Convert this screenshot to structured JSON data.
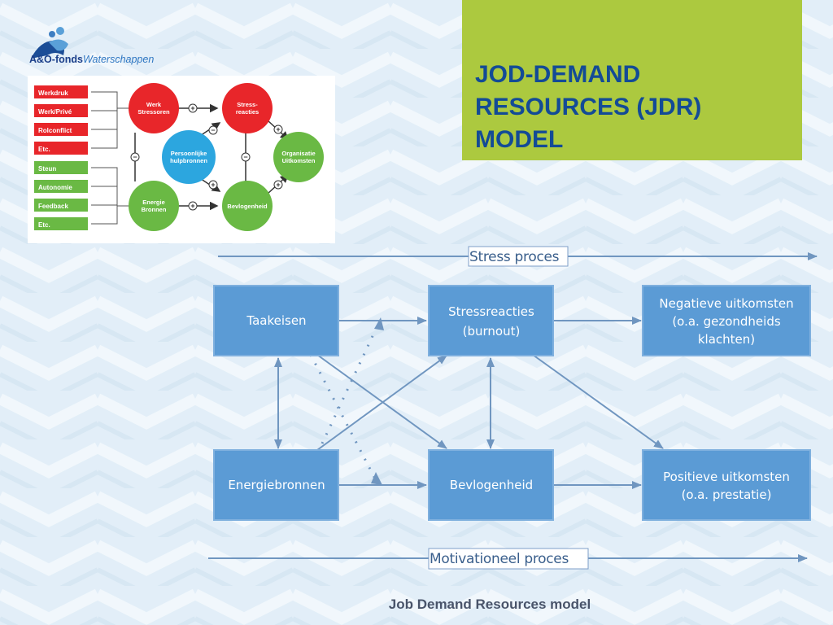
{
  "logo": {
    "brand": "A&O-fonds",
    "sub": "Waterschappen"
  },
  "title": {
    "lines": [
      "JOD-DEMAND",
      "RESOURCES (JDR)",
      "MODEL"
    ]
  },
  "colors": {
    "accent_green": "#acc93f",
    "title_blue": "#134b96",
    "box_blue": "#5b9bd5",
    "arrow_blue": "#7096c0"
  },
  "mini_diagram": {
    "demands": [
      "Werkdruk",
      "Werk/Privé",
      "Rolconflict",
      "Etc."
    ],
    "resources": [
      "Steun",
      "Autonomie",
      "Feedback",
      "Etc."
    ],
    "circles": {
      "werk_stressoren": [
        "Werk",
        "Stressoren"
      ],
      "stress_reacties": [
        "Stress-",
        "reacties"
      ],
      "persoonlijke_hulpbronnen": [
        "Persoonlijke",
        "hulpbronnen"
      ],
      "organisatie_uitkomsten": [
        "Organisatie",
        "Uitkomsten"
      ],
      "energie_bronnen": [
        "Energie",
        "Bronnen"
      ],
      "bevlogenheid": [
        "Bevlogenheid"
      ]
    },
    "signs": {
      "plus": "+",
      "minus": "−"
    }
  },
  "main_diagram": {
    "stress_proces": "Stress proces",
    "motivationeel_proces": "Motivationeel proces",
    "boxes": {
      "taakeisen": [
        "Taakeisen"
      ],
      "stressreacties": [
        "Stressreacties",
        "(burnout)"
      ],
      "negatieve": [
        "Negatieve uitkomsten",
        "(o.a. gezondheids",
        "klachten)"
      ],
      "energiebronnen": [
        "Energiebronnen"
      ],
      "bevlogenheid": [
        "Bevlogenheid"
      ],
      "positieve": [
        "Positieve uitkomsten",
        "(o.a. prestatie)"
      ]
    }
  },
  "caption": "Job Demand Resources model"
}
